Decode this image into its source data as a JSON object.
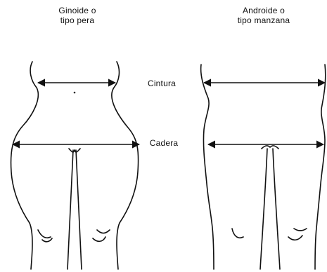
{
  "diagram": {
    "left_figure": {
      "title_line1": "Ginoide o",
      "title_line2": "tipo pera"
    },
    "right_figure": {
      "title_line1": "Androide o",
      "title_line2": "tipo manzana"
    },
    "measurements": {
      "waist_label": "Cintura",
      "hip_label": "Cadera"
    }
  }
}
